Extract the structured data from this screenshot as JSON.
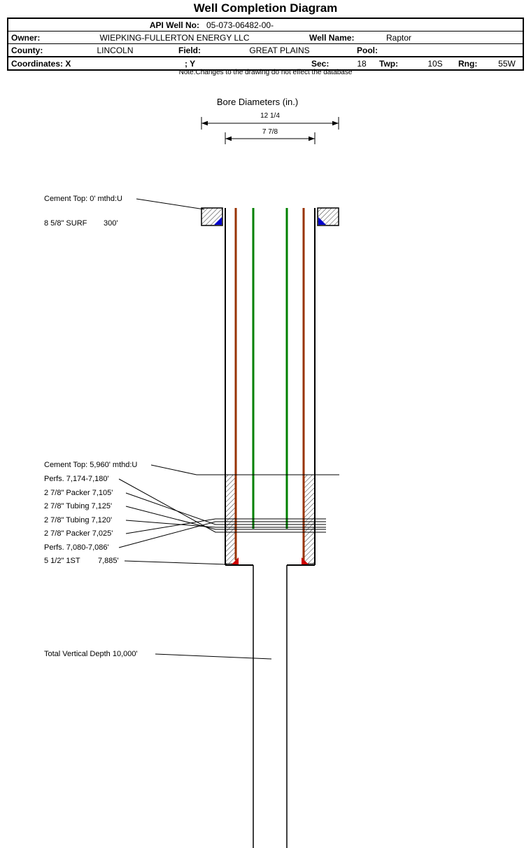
{
  "title": "Well Completion Diagram",
  "header": {
    "api_label": "API Well No:",
    "api_value": "05-073-06482-00-",
    "owner_label": "Owner:",
    "owner_value": "WIEPKING-FULLERTON ENERGY LLC",
    "well_name_label": "Well Name:",
    "well_name_value": "Raptor",
    "county_label": "County:",
    "county_value": "LINCOLN",
    "field_label": "Field:",
    "field_value": "GREAT PLAINS",
    "pool_label": "Pool:",
    "pool_value": "",
    "coordinates_label": "Coordinates: X",
    "coordinates_y_label": "; Y",
    "sec_label": "Sec:",
    "sec_value": "18",
    "twp_label": "Twp:",
    "twp_value": "10S",
    "rng_label": "Rng:",
    "rng_value": "55W"
  },
  "note": "Note:Changes to the drawing do not effect the database",
  "diagram": {
    "bore_title": "Bore Diameters (in.)",
    "dim_outer": "12 1/4",
    "dim_inner": "7 7/8",
    "labels": {
      "cement_top_0": "Cement Top: 0' mthd:U",
      "surf_casing": "8 5/8\" SURF",
      "surf_casing_depth": "300'",
      "cement_top_5960": "Cement Top: 5,960' mthd:U",
      "perfs_7174": "Perfs. 7,174-7,180'",
      "packer_7105": "2 7/8\" Packer 7,105'",
      "tubing_7125": "2 7/8\" Tubing 7,125'",
      "tubing_7120": "2 7/8\" Tubing 7,120'",
      "packer_7025": "2 7/8\" Packer 7,025'",
      "perfs_7080": "Perfs. 7,080-7,086'",
      "prod_casing": "5 1/2\" 1ST",
      "prod_casing_depth": "7,885'",
      "tvd": "Total Vertical Depth 10,000'"
    },
    "colors": {
      "casing": "#993300",
      "tubing": "#008000",
      "casing_shoe": "#CC0000",
      "surface_shoe": "#0000CC"
    }
  }
}
